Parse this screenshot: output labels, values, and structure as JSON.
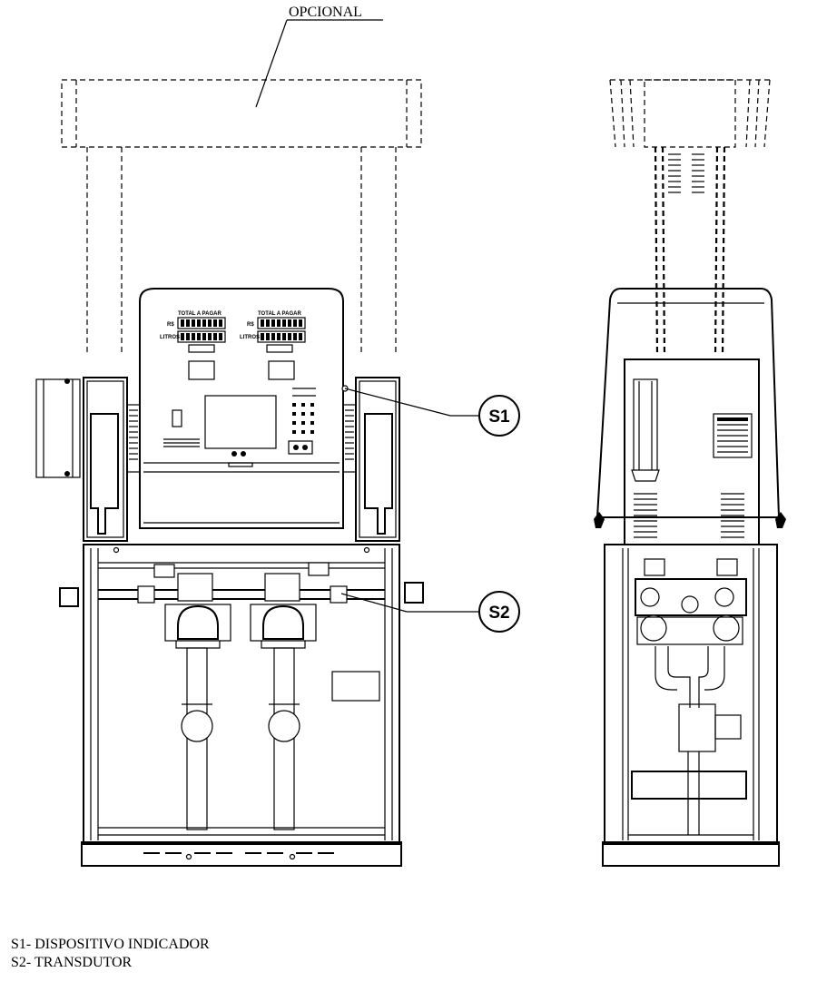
{
  "labels": {
    "optional": "OPCIONAL",
    "s1": "S1",
    "s2": "S2"
  },
  "panel": {
    "total_a_pagar": "TOTAL A PAGAR",
    "currency": "R$",
    "litros": "LITROS"
  },
  "legend": {
    "s1": "S1- DISPOSITIVO INDICADOR",
    "s2": "S2- TRANSDUTOR"
  }
}
